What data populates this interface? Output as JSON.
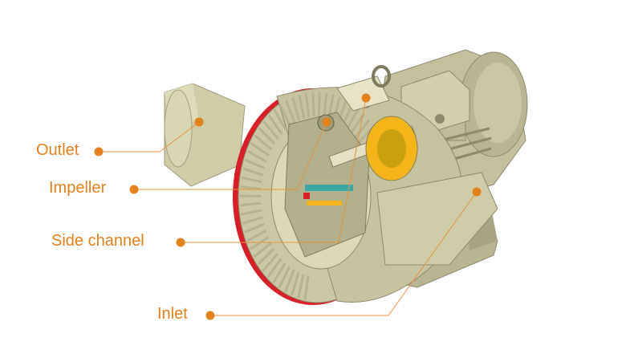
{
  "colors": {
    "label": "#e5811d",
    "leader": "#e8923a",
    "dot": "#e5811d",
    "body": "#d4d1ac",
    "body_shadow": "#a7a480",
    "body_dark": "#7f7c5e",
    "fins": "#b5b290",
    "seal_red": "#d81f26",
    "core_yellow": "#f3b519",
    "accent_teal": "#3aa7a7"
  },
  "labels": {
    "outlet": "Outlet",
    "impeller": "Impeller",
    "side_channel": "Side channel",
    "inlet": "Inlet"
  },
  "icons": {
    "callout_marker": "dot-icon",
    "lifting_eye": "lifting-eye-icon"
  }
}
